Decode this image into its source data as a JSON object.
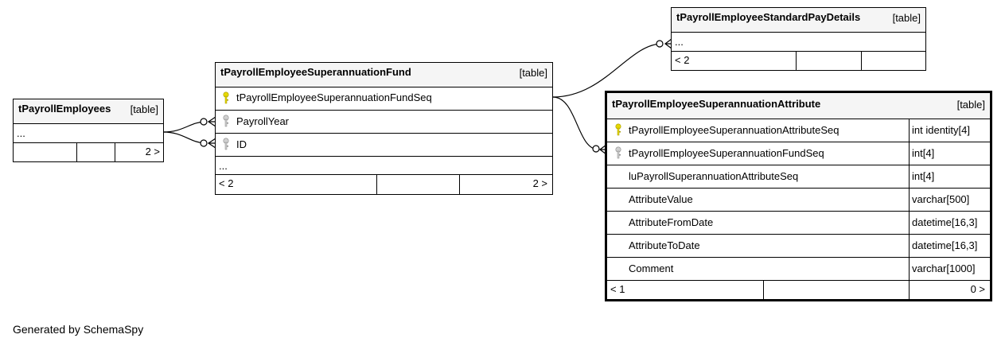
{
  "tables": {
    "employees": {
      "name": "tPayrollEmployees",
      "kind": "[table]",
      "ellipsis": "...",
      "footer": {
        "left": "",
        "middle": "",
        "right": "2 >"
      }
    },
    "fund": {
      "name": "tPayrollEmployeeSuperannuationFund",
      "kind": "[table]",
      "columns": [
        {
          "name": "tPayrollEmployeeSuperannuationFundSeq",
          "key": "primary"
        },
        {
          "name": "PayrollYear",
          "key": "foreign"
        },
        {
          "name": "ID",
          "key": "foreign"
        }
      ],
      "ellipsis": "...",
      "footer": {
        "left": "< 2",
        "middle": "",
        "right": "2 >"
      }
    },
    "standard_pay": {
      "name": "tPayrollEmployeeStandardPayDetails",
      "kind": "[table]",
      "ellipsis": "...",
      "footer": {
        "left": "< 2",
        "middle": "",
        "right": ""
      }
    },
    "attribute": {
      "name": "tPayrollEmployeeSuperannuationAttribute",
      "kind": "[table]",
      "columns": [
        {
          "name": "tPayrollEmployeeSuperannuationAttributeSeq",
          "type": "int identity[4]",
          "key": "primary"
        },
        {
          "name": "tPayrollEmployeeSuperannuationFundSeq",
          "type": "int[4]",
          "key": "foreign"
        },
        {
          "name": "luPayrollSuperannuationAttributeSeq",
          "type": "int[4]",
          "key": "none"
        },
        {
          "name": "AttributeValue",
          "type": "varchar[500]",
          "key": "none"
        },
        {
          "name": "AttributeFromDate",
          "type": "datetime[16,3]",
          "key": "none"
        },
        {
          "name": "AttributeToDate",
          "type": "datetime[16,3]",
          "key": "none"
        },
        {
          "name": "Comment",
          "type": "varchar[1000]",
          "key": "none"
        }
      ],
      "footer": {
        "left": "< 1",
        "middle": "",
        "right": "0 >"
      }
    }
  },
  "colors": {
    "primary_key": "#e6d800",
    "foreign_key": "#a8a8a8",
    "header_bg": "#f5f5f5"
  },
  "footer_text": "Generated by SchemaSpy"
}
